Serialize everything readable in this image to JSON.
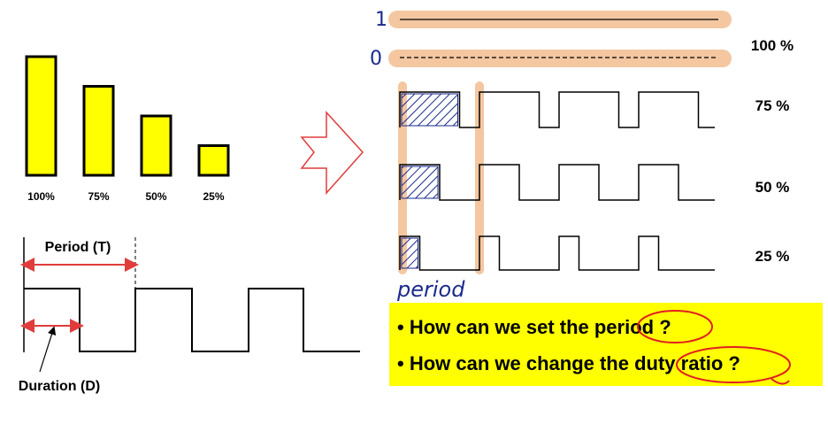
{
  "bars": [
    {
      "label": "100%",
      "level": 1.0
    },
    {
      "label": "75%",
      "level": 0.75
    },
    {
      "label": "50%",
      "level": 0.5
    },
    {
      "label": "25%",
      "level": 0.25
    }
  ],
  "left_diagram": {
    "period_label": "Period (T)",
    "duration_label": "Duration (D)"
  },
  "right_diagram": {
    "level_high": "1",
    "level_low": "0",
    "rows": [
      {
        "label": "100 %",
        "duty": 1.0
      },
      {
        "label": "75 %",
        "duty": 0.75
      },
      {
        "label": "50 %",
        "duty": 0.5
      },
      {
        "label": "25 %",
        "duty": 0.25
      }
    ],
    "period_annotation": "period"
  },
  "questions": {
    "q1": "• How can we set the period ?",
    "q2": "• How can we change the duty ratio ?"
  },
  "colors": {
    "bar_fill": "#ffff00",
    "highlight": "#f4c7a1",
    "question_box": "#ffff00",
    "arrow": "#e03c3c",
    "handwriting": "#1a2a8c",
    "red_circle": "#e02020"
  }
}
